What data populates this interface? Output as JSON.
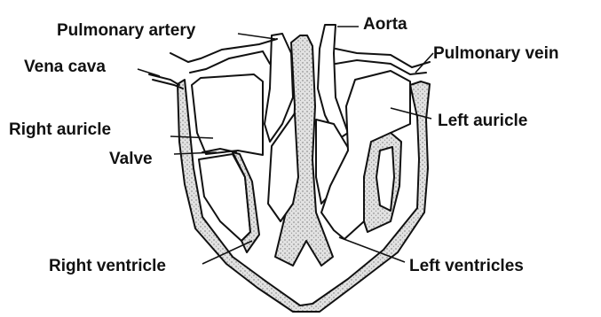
{
  "diagram": {
    "labels": {
      "pulmonary_artery": "Pulmonary artery",
      "aorta": "Aorta",
      "pulmonary_vein": "Pulmonary vein",
      "vena_cava": "Vena cava",
      "right_auricle": "Right auricle",
      "left_auricle": "Left auricle",
      "valve": "Valve",
      "right_ventricle": "Right ventricle",
      "left_ventricles": "Left ventricles"
    },
    "colors": {
      "background": "#ffffff",
      "outline": "#111111",
      "wall_fill": "#dcdcdc",
      "stipple": "#6e6e6e"
    }
  }
}
